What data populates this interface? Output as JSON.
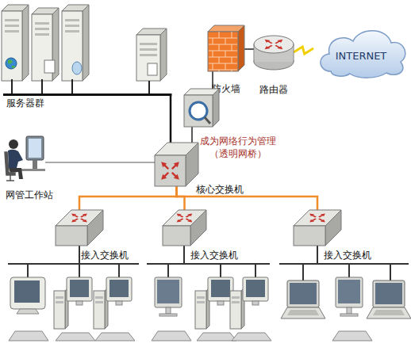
{
  "diagram": {
    "nodes": [
      {
        "text": [
          "服务器群"
        ]
      },
      {
        "text": [
          "防火墙"
        ]
      },
      {
        "text": [
          "路由器"
        ]
      },
      {
        "text": [
          "INTERNET"
        ]
      },
      {
        "text": [
          "成为网络行为管理 （透明网桥）"
        ]
      },
      {
        "text": [
          "网管工作站"
        ]
      },
      {
        "text": [
          "核心交换机"
        ]
      },
      {
        "text": [
          "接入交换机"
        ]
      },
      {
        "text": [
          "接入交换机"
        ]
      },
      {
        "text": [
          "接入交换机"
        ]
      }
    ],
    "edges": [
      {
        "from": 0,
        "to": 6,
        "arrow": "none"
      },
      {
        "from": 1,
        "to": 2,
        "arrow": "none"
      },
      {
        "from": 2,
        "to": 3,
        "arrow": "none"
      },
      {
        "from": 1,
        "to": 4,
        "arrow": "none"
      },
      {
        "from": 4,
        "to": 6,
        "arrow": "none"
      },
      {
        "from": 5,
        "to": 6,
        "arrow": "none"
      },
      {
        "from": 6,
        "to": 7,
        "arrow": "none"
      },
      {
        "from": 6,
        "to": 8,
        "arrow": "none"
      },
      {
        "from": 6,
        "to": 9,
        "arrow": "none"
      }
    ]
  }
}
